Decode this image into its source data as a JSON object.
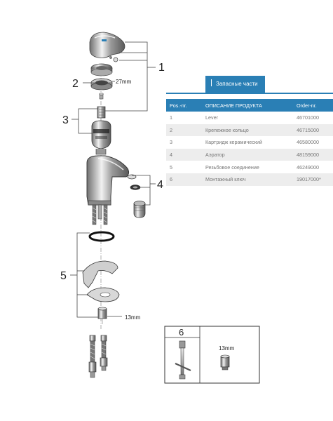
{
  "callouts": {
    "c1": "1",
    "c2": "2",
    "c3": "3",
    "c4": "4",
    "c5": "5",
    "c6": "6"
  },
  "dimensions": {
    "ring_size": "27mm",
    "nut_size": "13mm",
    "key_size": "13mm"
  },
  "tab": {
    "label": "Запасные части"
  },
  "table": {
    "headers": [
      "Pos.-nr.",
      "ОПИСАНИЕ ПРОДУКТА",
      "Order-nr."
    ],
    "rows": [
      {
        "pos": "1",
        "desc": "Lever",
        "order": "46701000"
      },
      {
        "pos": "2",
        "desc": "Крепежное кольцо",
        "order": "46715000"
      },
      {
        "pos": "3",
        "desc": "Картридж керамический",
        "order": "46580000"
      },
      {
        "pos": "4",
        "desc": "Аэратор",
        "order": "48159000"
      },
      {
        "pos": "5",
        "desc": "Резьбовое соединение",
        "order": "46249000"
      },
      {
        "pos": "6",
        "desc": "Монтажный ключ",
        "order": "19017000*"
      }
    ]
  },
  "colors": {
    "accent": "#2a7fb5",
    "line": "#555555"
  }
}
